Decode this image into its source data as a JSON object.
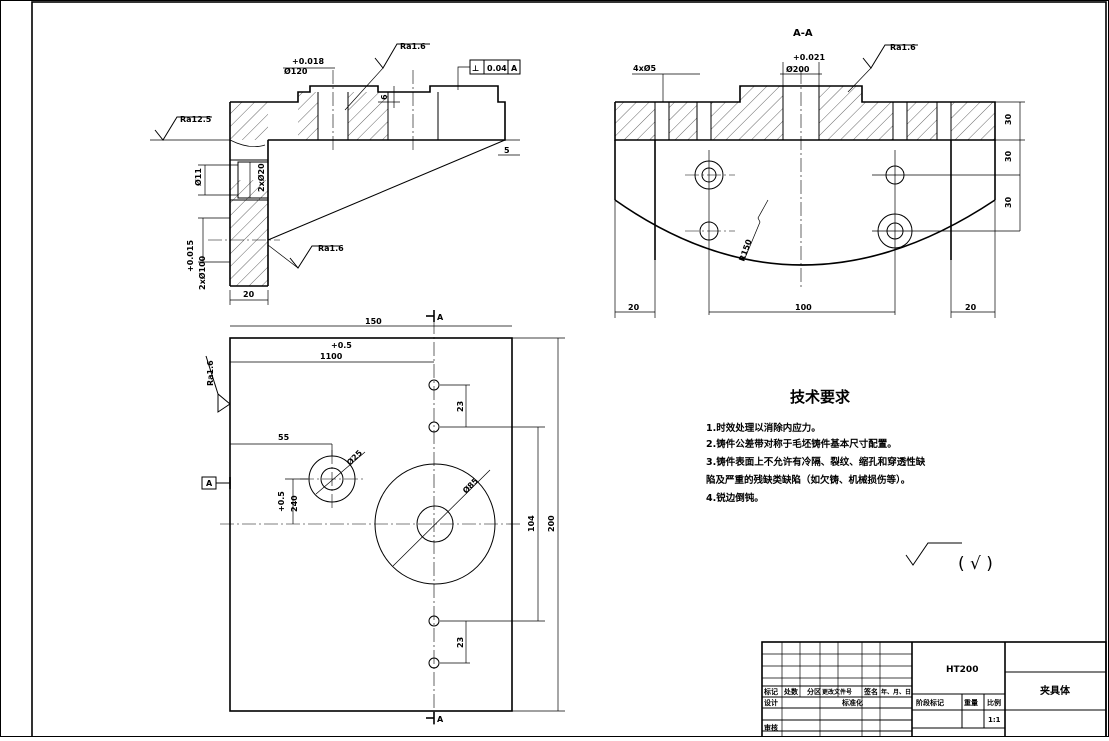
{
  "drawing": {
    "section_label": "A-A",
    "section_marker": "A",
    "datum_label": "A",
    "left_view": {
      "dims": {
        "tol_top": "+0.018",
        "dia_top": "Ø120",
        "ra_top": "Ra1.6",
        "fcf_symbol": "⊥",
        "fcf_value": "0.04",
        "fcf_datum": "A",
        "depth": "6",
        "ra_left": "Ra12.5",
        "step": "5",
        "d_small": "Ø11",
        "d_mid": "2xØ20",
        "tol_side": "+0.015",
        "d_bore": "2xØ100",
        "ra_bottom": "Ra1.6",
        "w_bottom": "20"
      }
    },
    "section_view": {
      "dims": {
        "holes": "4xØ5",
        "tol": "+0.021",
        "dia": "Ø200",
        "ra": "Ra1.6",
        "h1": "30",
        "h2": "30",
        "h3": "30",
        "radius": "R150",
        "left": "20",
        "mid": "100",
        "right": "20"
      }
    },
    "plan_view": {
      "dims": {
        "ra": "Ra1.6",
        "w_total": "150",
        "tol_x": "+0.5",
        "x_center": "1100",
        "x_hole": "55",
        "d_hole": "Ø25",
        "tol_y": "+0.5",
        "y_hole": "240",
        "d_boss": "Ø85",
        "pitch_top": "23",
        "span": "104",
        "height": "200",
        "pitch_bottom": "23"
      }
    }
  },
  "tech_requirements": {
    "title": "技术要求",
    "items": [
      "1.时效处理以消除内应力。",
      "2.铸件公差带对称于毛坯铸件基本尺寸配置。",
      "3.铸件表面上不允许有冷隔、裂纹、缩孔和穿透性缺",
      "陷及严重的残缺类缺陷（如欠铸、机械损伤等）。",
      "4.锐边倒钝。"
    ],
    "surface_note": "( √ )"
  },
  "title_block": {
    "material": "HT200",
    "part_name": "夹具体",
    "headers": [
      "标记",
      "处数",
      "分区",
      "更改文件号",
      "签名",
      "年、月、日"
    ],
    "design": "设计",
    "standard": "标准化",
    "stage": "阶段标记",
    "weight": "重量",
    "scale_label": "比例",
    "scale": "1:1",
    "review": "审核"
  }
}
